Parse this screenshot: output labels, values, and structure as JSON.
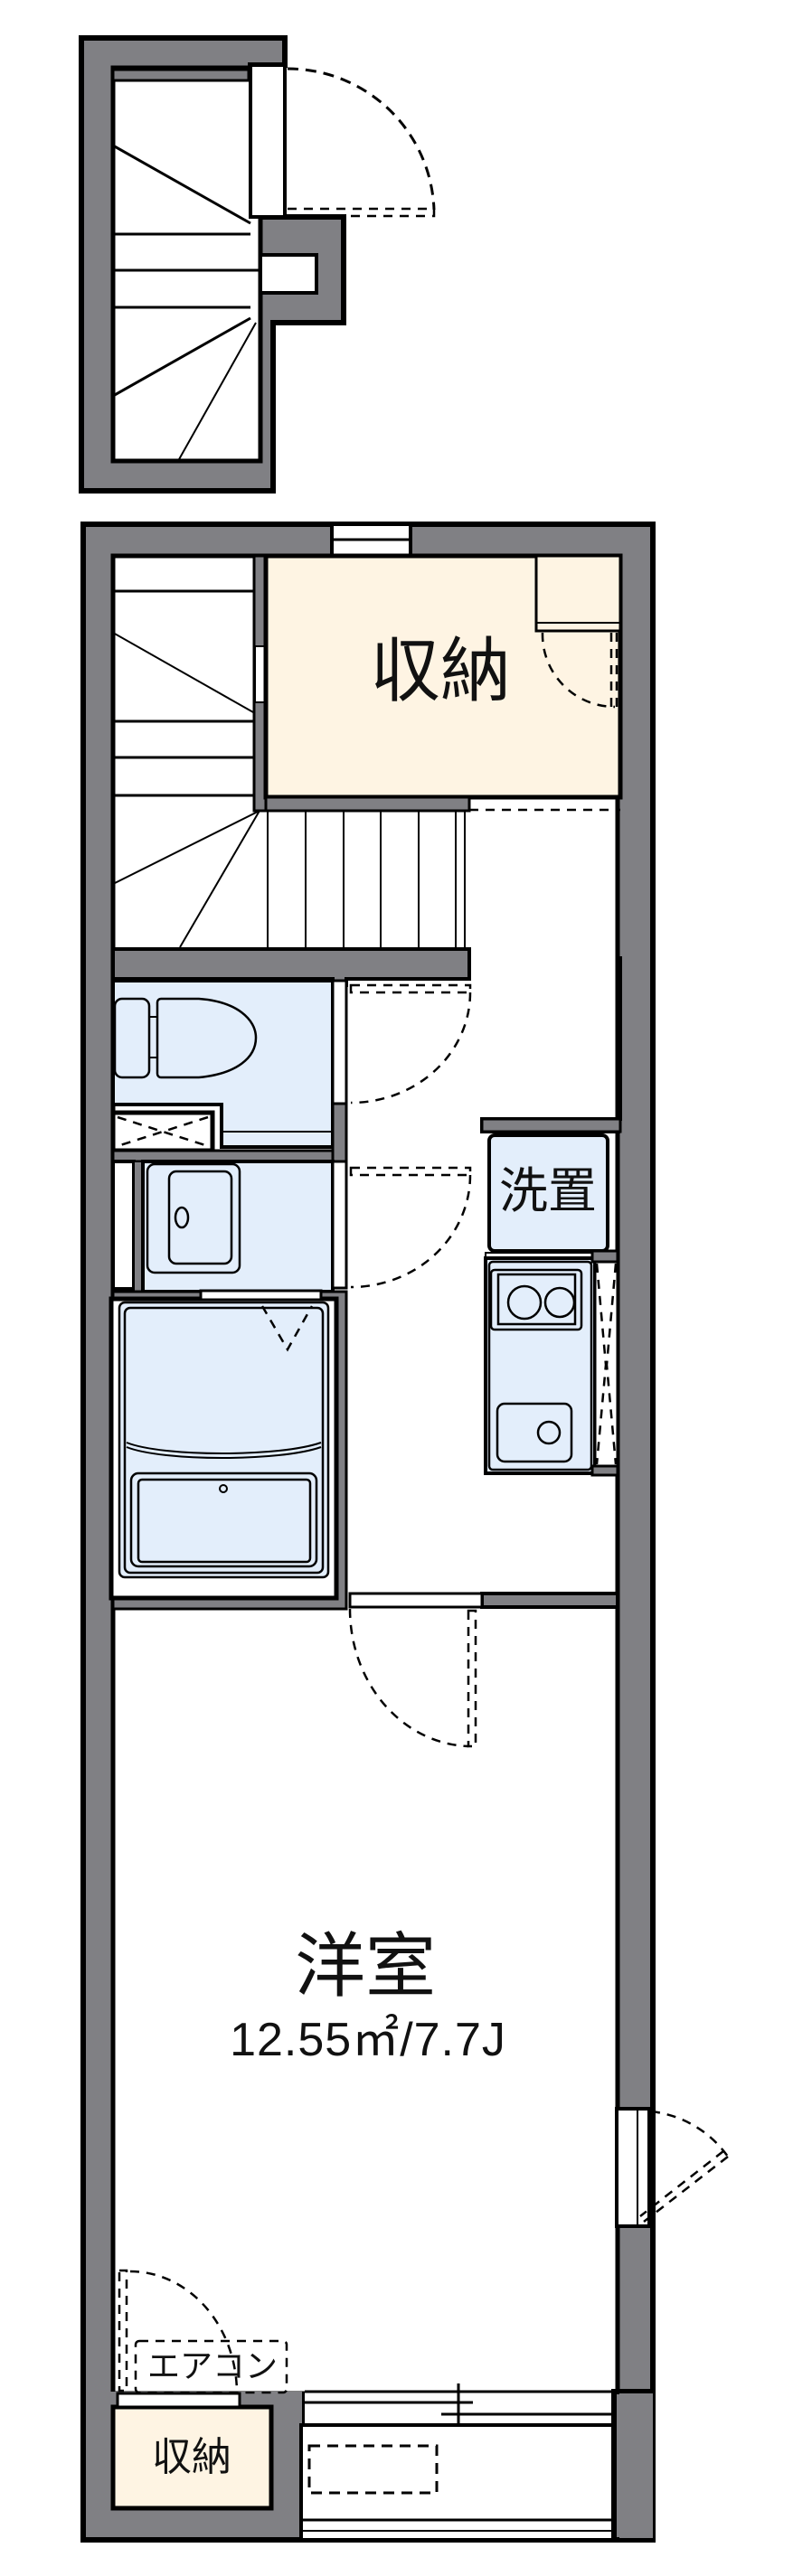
{
  "floor_plan": {
    "colors": {
      "wall": "#808084",
      "wet_area": "#E3EEFB",
      "storage": "#FEF4E3",
      "floor": "#FFFFFF",
      "outline": "#000000"
    },
    "rooms": {
      "upper_storage": {
        "label": "収納"
      },
      "laundry": {
        "label": "洗置"
      },
      "western_room": {
        "label": "洋室",
        "area": "12.55㎡/7.7J"
      },
      "aircon": {
        "label": "エアコン"
      },
      "lower_storage": {
        "label": "収納"
      }
    }
  }
}
